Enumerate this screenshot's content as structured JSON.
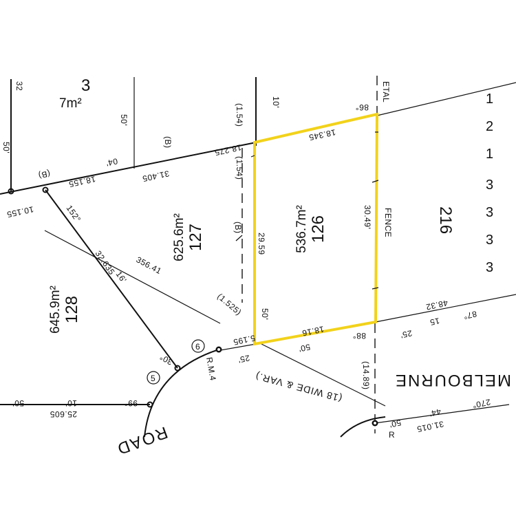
{
  "lots": {
    "l3": {
      "number": "3",
      "area": "7m²"
    },
    "l126": {
      "number": "126",
      "area": "536.7m²"
    },
    "l127": {
      "number": "127",
      "area": "625.6m²"
    },
    "l128": {
      "number": "128",
      "area": "645.9m²"
    },
    "l216": {
      "number": "216"
    }
  },
  "labels": {
    "fence": "FENCE",
    "etal": "ETAL",
    "rm": "R.M.4",
    "road_left": "ROAD",
    "road_right": "MELBOURNE",
    "road_note": "(18 WIDE & VAR.)",
    "circle5": "5",
    "circle6": "6",
    "right_column": [
      "1",
      "2",
      "1",
      "3",
      "3",
      "3",
      "3"
    ],
    "lower_right_r": "R"
  },
  "dims": {
    "d10_top": "10'",
    "d154_a": "(1.54)",
    "d154_b": "(1.54)",
    "d86": "86°",
    "d18345": "18.345",
    "d3049": "30.49'",
    "d2959": "29.59",
    "b_lot127": "(B)",
    "b_top": "(B)",
    "b_left": "(B)",
    "d18275": "18.275",
    "d3405": "31.405",
    "d04": "04'",
    "d50_top": "50'",
    "d50_far": "50'",
    "d32": "32",
    "d18155": "18.155",
    "d10155": "10.155",
    "d152": "152°",
    "d32635": "32.635",
    "d16": "16'",
    "d35641": "356.41",
    "d1525": "(1.525)",
    "d5195": "5.195",
    "d25_a": "25'",
    "d30": "30°",
    "d50_mid": "50'",
    "d1816": "18.16",
    "d50_bot": "50'",
    "d88": "88°",
    "d4832": "48.32",
    "d87": "87°",
    "d15": "15",
    "d25_b": "25'",
    "d1489": "(14.89)",
    "d270": "270°",
    "d44": "44'",
    "d50_right": "50'",
    "d31015": "31.015",
    "d99": "99°",
    "d10_left": "10'",
    "d50_left": "50'",
    "d25605": "25.605"
  }
}
